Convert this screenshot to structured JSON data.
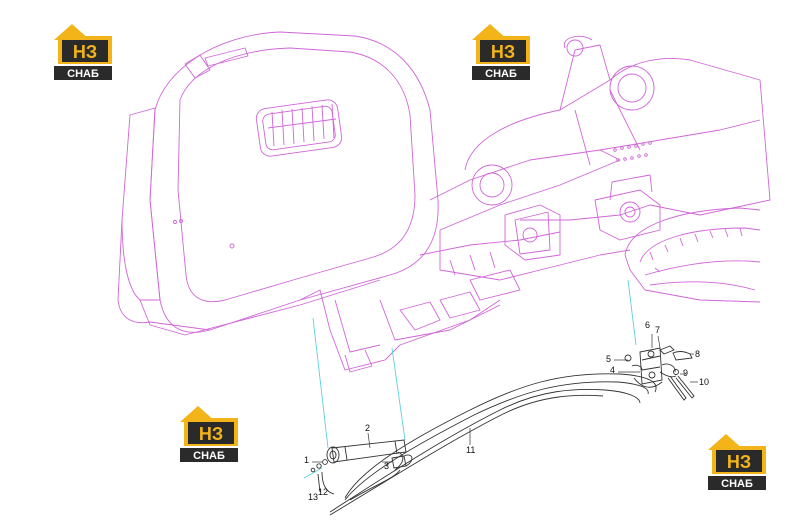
{
  "logo": {
    "mark": "НЗ",
    "caption": "СНАБ",
    "color_yellow": "#f2b418",
    "color_dark": "#2a2a2a"
  },
  "colors": {
    "machine_outline": "#d066d8",
    "leader": "#5fd0d8",
    "part": "#333333"
  },
  "callouts": [
    "1",
    "2",
    "3",
    "4",
    "5",
    "6",
    "7",
    "8",
    "9",
    "10",
    "11",
    "12",
    "13"
  ]
}
